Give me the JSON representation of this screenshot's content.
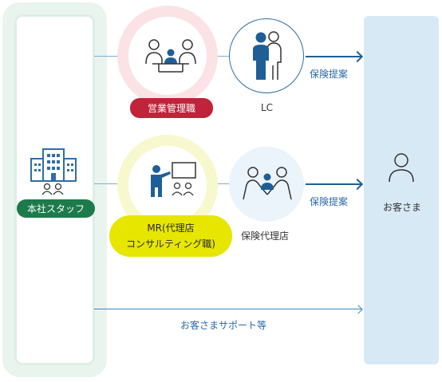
{
  "left_column": {
    "label": "本社スタッフ",
    "icon": "building-icon"
  },
  "top_row": {
    "pill_label": "営業管理職",
    "circle_label": "LC",
    "arrow_label": "保険提案",
    "meeting_icon": "meeting-icon",
    "person_icon": "advisor-pair-icon"
  },
  "middle_row": {
    "pill_lines": [
      "MR(代理店",
      "コンサルティング職)"
    ],
    "circle_label": "保険代理店",
    "arrow_label": "保険提案",
    "presenter_icon": "presenter-icon",
    "handshake_icon": "handshake-icon"
  },
  "bottom_row": {
    "arrow_label": "お客さまサポート等"
  },
  "customer": {
    "label": "お客さま",
    "icon": "customer-icon"
  },
  "colors": {
    "red": "#c0233a",
    "green": "#1d7a4b",
    "yellow": "#e6e600",
    "blue": "#1f5f97",
    "light_blue": "#d8e9f6"
  }
}
